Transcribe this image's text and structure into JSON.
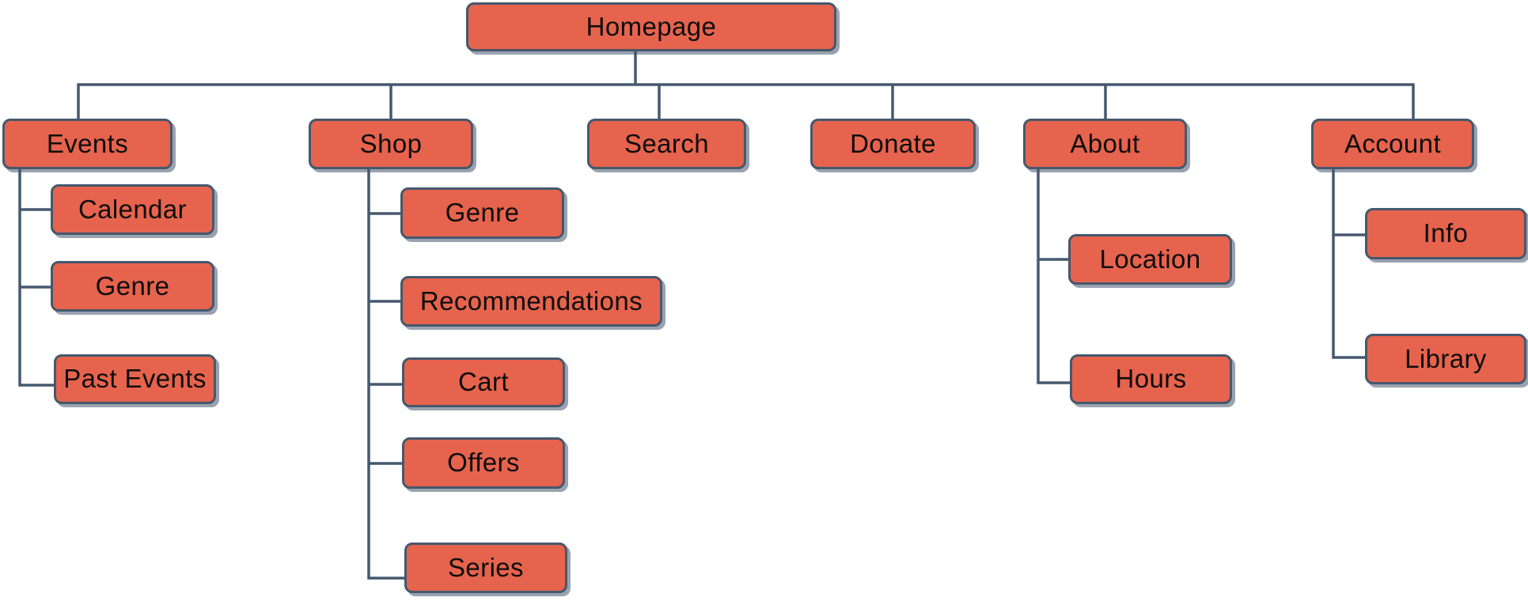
{
  "diagram": {
    "kind": "sitemap-tree",
    "root": {
      "label": "Homepage"
    },
    "branches": [
      {
        "label": "Events",
        "children": [
          {
            "label": "Calendar"
          },
          {
            "label": "Genre"
          },
          {
            "label": "Past Events"
          }
        ]
      },
      {
        "label": "Shop",
        "children": [
          {
            "label": "Genre"
          },
          {
            "label": "Recommendations"
          },
          {
            "label": "Cart"
          },
          {
            "label": "Offers"
          },
          {
            "label": "Series"
          }
        ]
      },
      {
        "label": "Search",
        "children": []
      },
      {
        "label": "Donate",
        "children": []
      },
      {
        "label": "About",
        "children": [
          {
            "label": "Location"
          },
          {
            "label": "Hours"
          }
        ]
      },
      {
        "label": "Account",
        "children": [
          {
            "label": "Info"
          },
          {
            "label": "Library"
          }
        ]
      }
    ],
    "colors": {
      "node_fill": "#E6634D",
      "node_border": "#45586E",
      "connector": "#45586E",
      "text": "#0D0D0D",
      "background": "#FFFFFF"
    }
  }
}
